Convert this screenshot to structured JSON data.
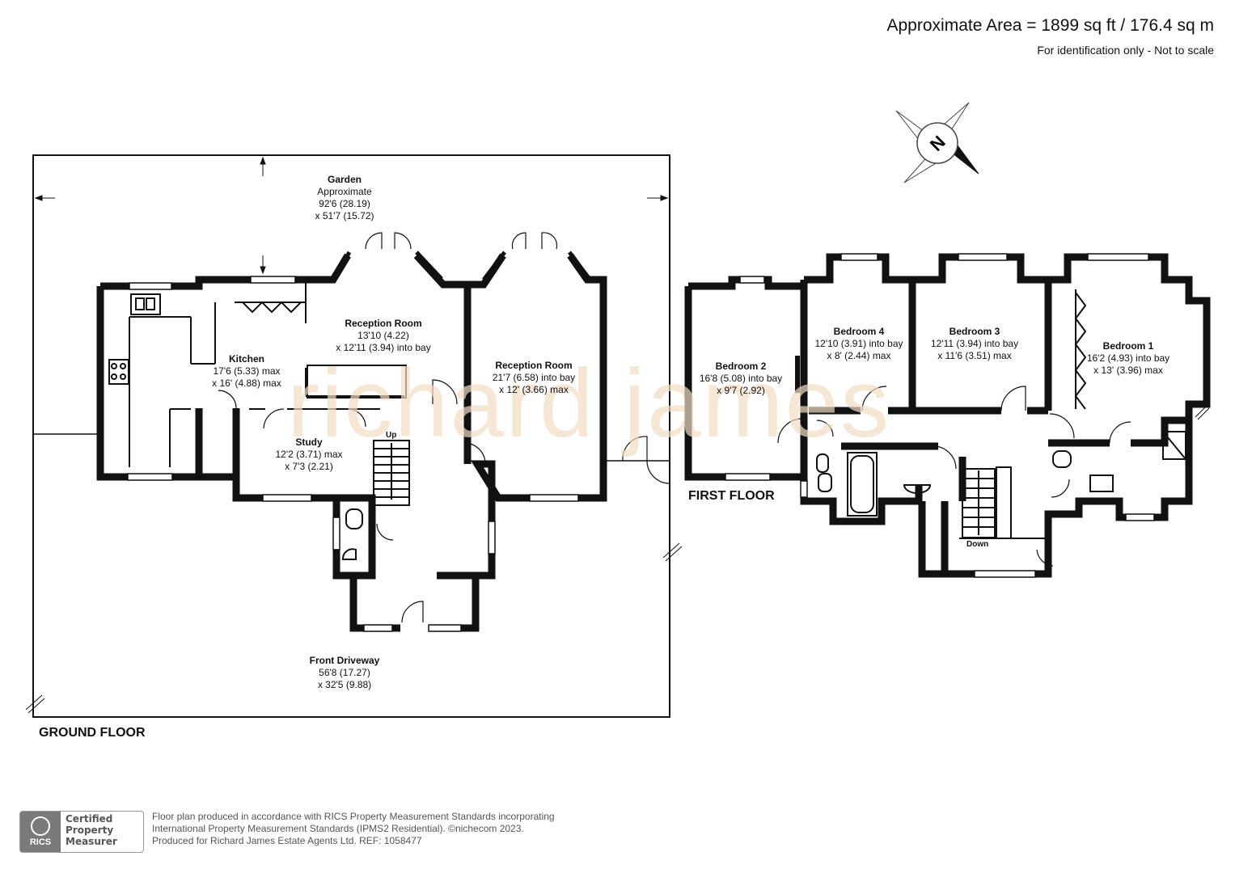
{
  "header": {
    "area": "Approximate Area = 1899 sq ft / 176.4 sq m",
    "disclaimer": "For identification only - Not to scale"
  },
  "watermark": "richard james",
  "compass_label": "N",
  "ground_floor": {
    "label": "GROUND FLOOR",
    "garden": {
      "name": "Garden",
      "l1": "Approximate",
      "l2": "92'6 (28.19)",
      "l3": "x 51'7 (15.72)"
    },
    "kitchen": {
      "name": "Kitchen",
      "l1": "17'6 (5.33) max",
      "l2": "x 16' (4.88) max"
    },
    "reception1": {
      "name": "Reception Room",
      "l1": "13'10 (4.22)",
      "l2": "x 12'11 (3.94) into bay"
    },
    "reception2": {
      "name": "Reception Room",
      "l1": "21'7 (6.58) into bay",
      "l2": "x 12' (3.66) max"
    },
    "study": {
      "name": "Study",
      "l1": "12'2 (3.71) max",
      "l2": "x 7'3 (2.21)"
    },
    "driveway": {
      "name": "Front Driveway",
      "l1": "56'8 (17.27)",
      "l2": "x 32'5 (9.88)"
    },
    "stairs": "Up"
  },
  "first_floor": {
    "label": "FIRST FLOOR",
    "bedroom1": {
      "name": "Bedroom 1",
      "l1": "16'2 (4.93) into bay",
      "l2": "x 13' (3.96) max"
    },
    "bedroom2": {
      "name": "Bedroom 2",
      "l1": "16'8 (5.08) into bay",
      "l2": "x 9'7 (2.92)"
    },
    "bedroom3": {
      "name": "Bedroom 3",
      "l1": "12'11 (3.94) into bay",
      "l2": "x 11'6 (3.51) max"
    },
    "bedroom4": {
      "name": "Bedroom 4",
      "l1": "12'10 (3.91) into bay",
      "l2": "x 8' (2.44) max"
    },
    "stairs": "Down"
  },
  "certification": {
    "logo": "RICS",
    "l1": "Certified",
    "l2": "Property",
    "l3": "Measurer"
  },
  "footer": {
    "l1": "Floor plan produced in accordance with RICS Property Measurement Standards incorporating",
    "l2": "International Property Measurement Standards (IPMS2 Residential).  ©nichecom 2023.",
    "l3": "Produced for Richard James Estate Agents Ltd.   REF:  1058477"
  }
}
